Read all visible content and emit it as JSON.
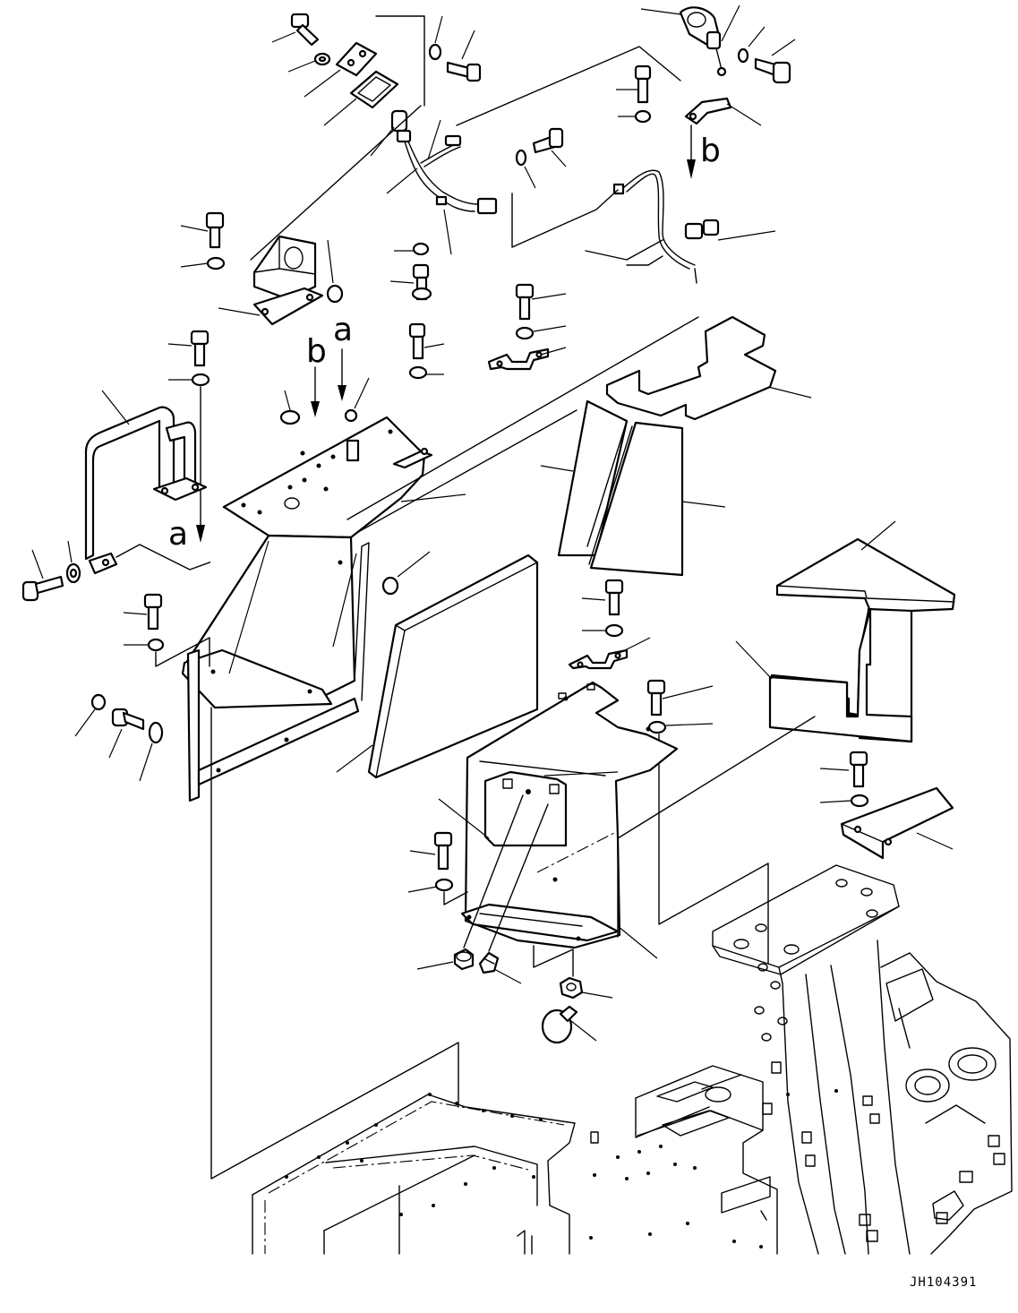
{
  "drawing": {
    "view_letters": [
      "b",
      "a",
      "a",
      "b"
    ],
    "drawing_code": "JH104391"
  }
}
